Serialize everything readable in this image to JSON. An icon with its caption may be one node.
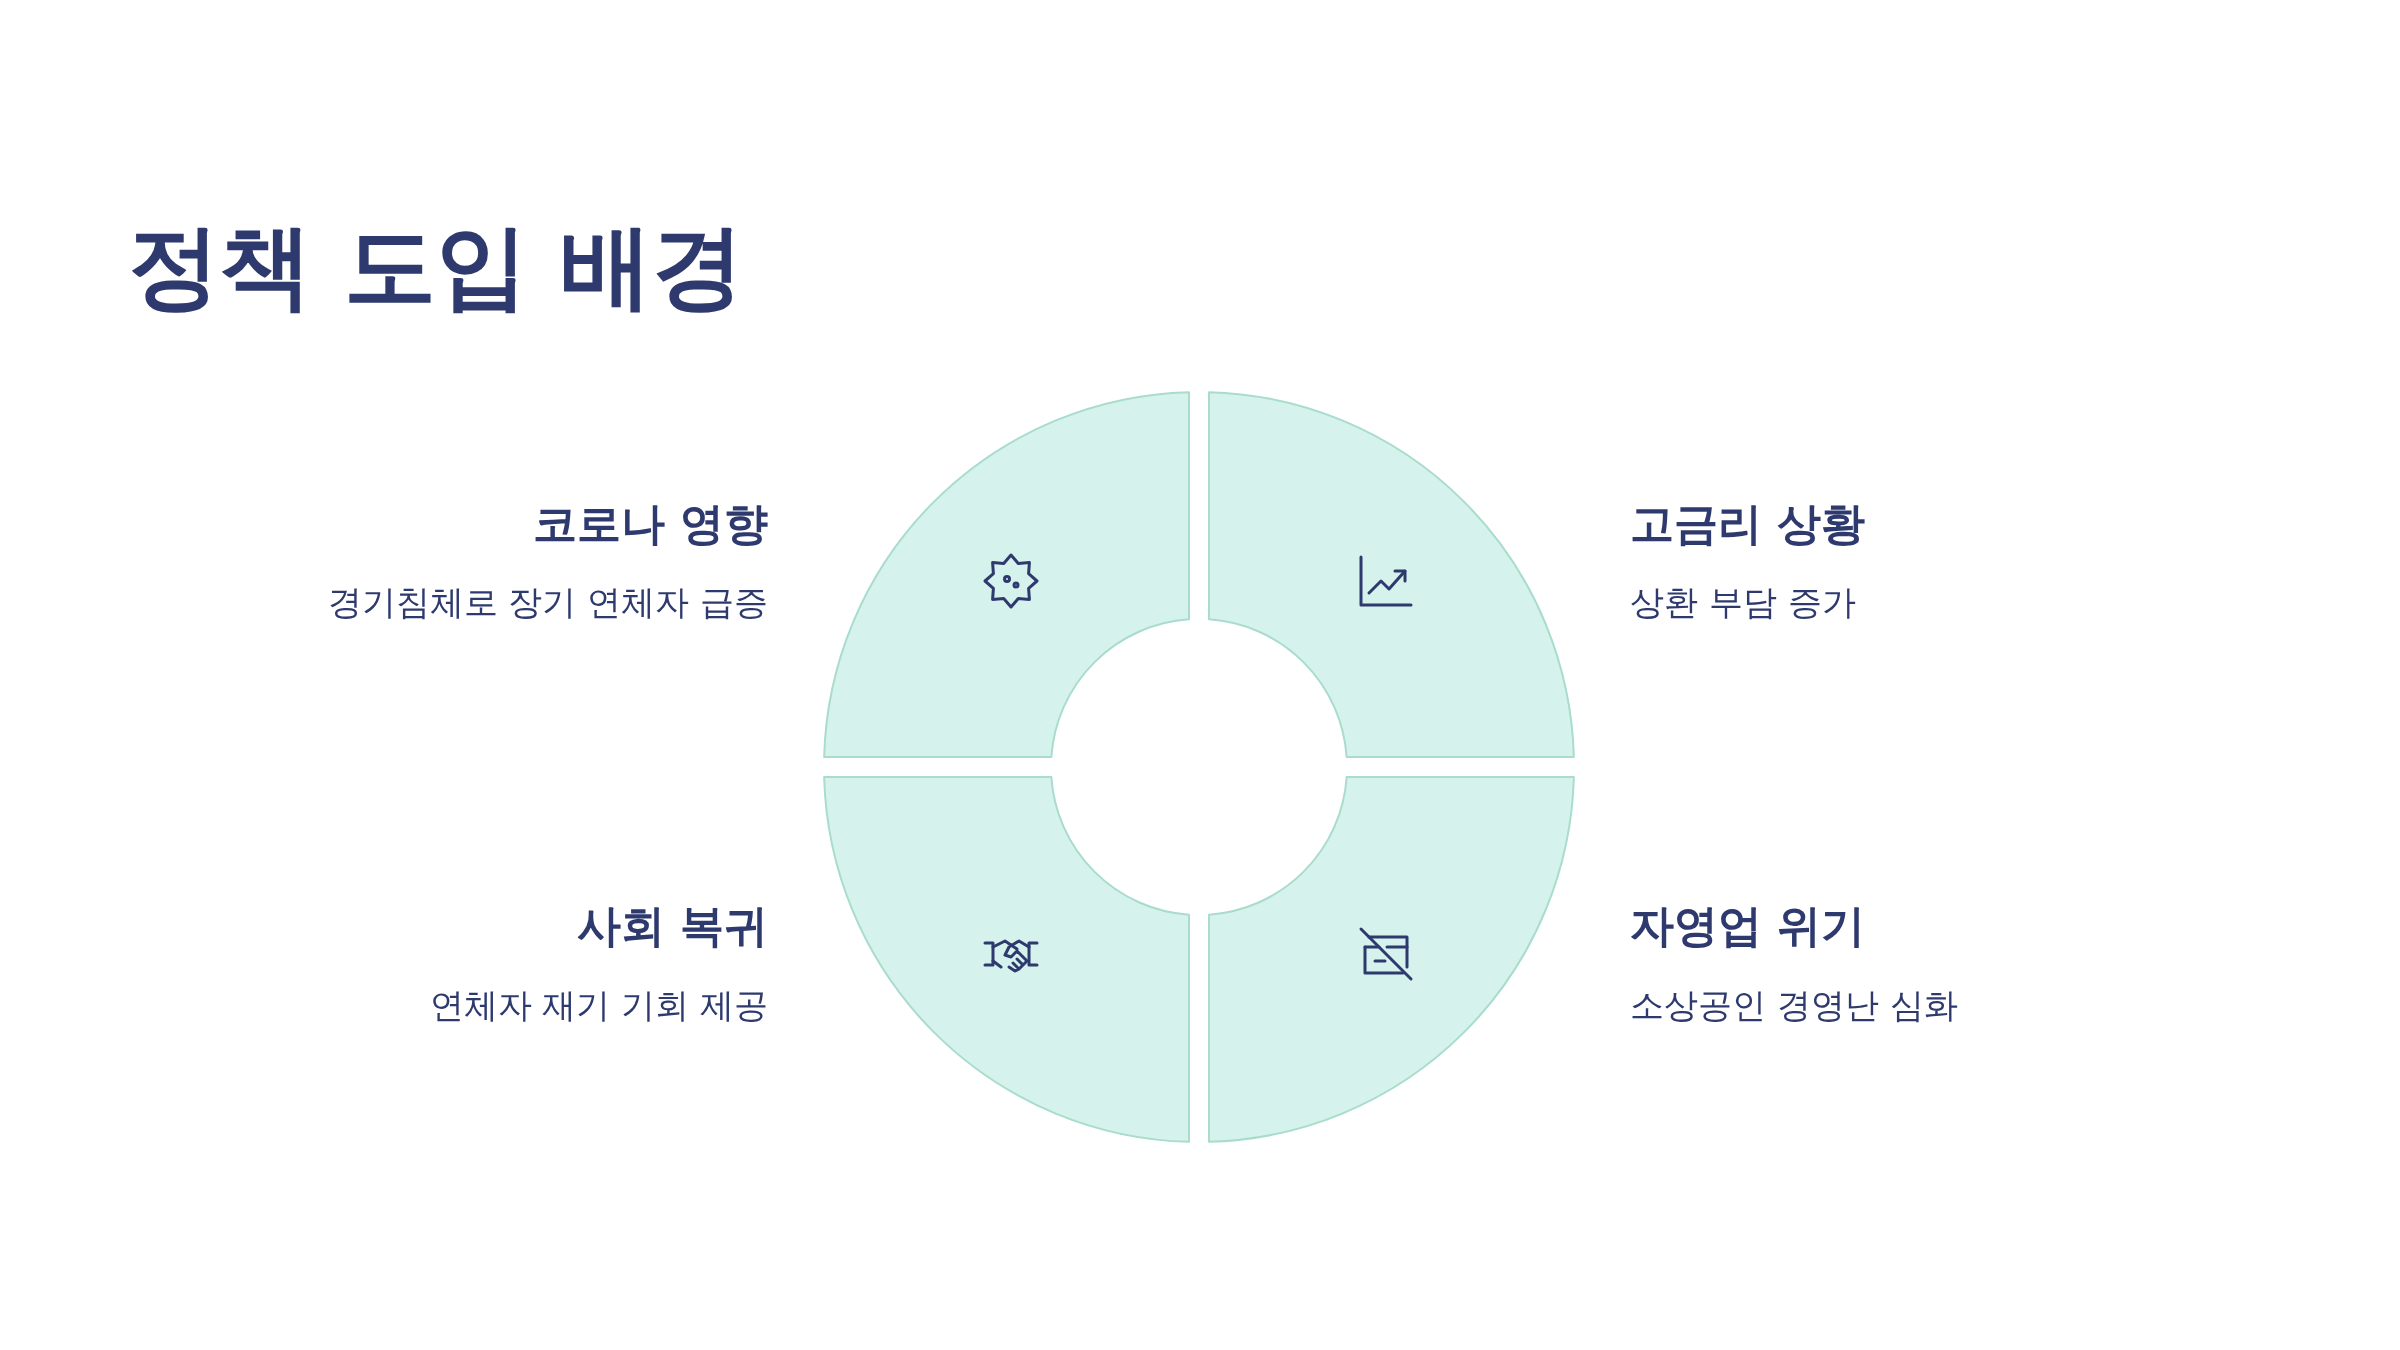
{
  "diagram": {
    "title": "정책 도입 배경",
    "labels": [
      "코로나 영향",
      "경기침체로 장기 연체자 급증",
      "고금리 상황",
      "상환 부담 증가",
      "사회 복귀",
      "연체자 재기 기회 제공",
      "자영업 위기",
      "소상공인 경영난 심화"
    ]
  }
}
